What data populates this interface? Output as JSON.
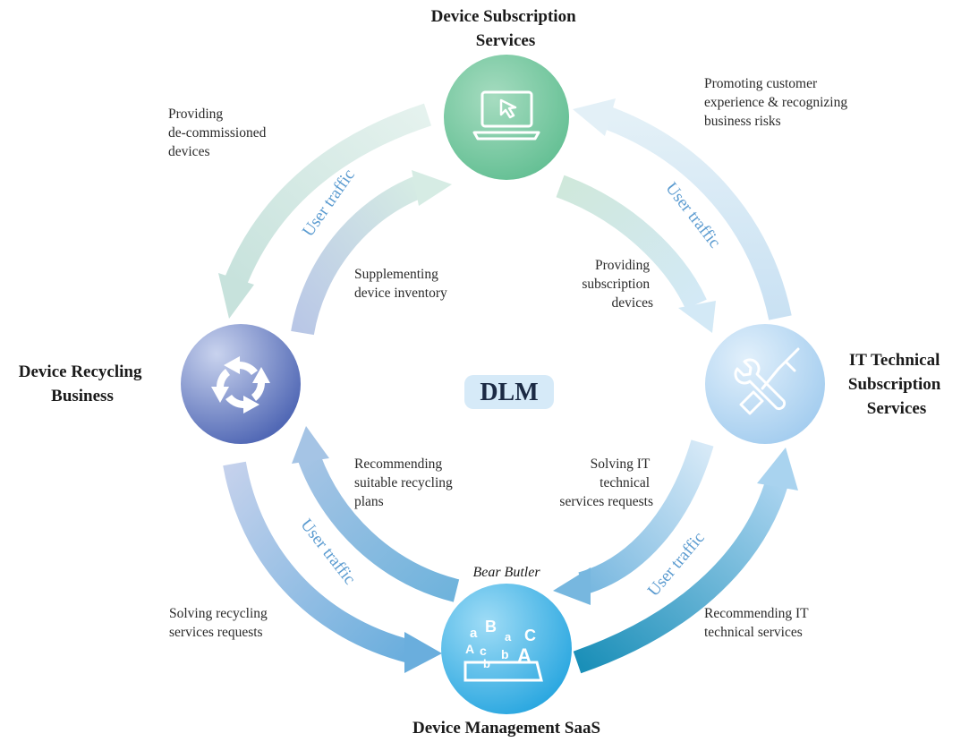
{
  "center": {
    "label": "DLM"
  },
  "nodes": {
    "top": {
      "title_lines": [
        "Device Subscription",
        "Services"
      ],
      "icon": "laptop-cursor-icon"
    },
    "right": {
      "title_lines": [
        "IT Technical",
        "Subscription",
        "Services"
      ],
      "icon": "wrench-screwdriver-icon"
    },
    "bottom": {
      "title_lines": [
        "Device Management SaaS"
      ],
      "subtitle": "Bear Butler",
      "icon": "laptop-letters-icon"
    },
    "left": {
      "title_lines": [
        "Device Recycling",
        "Business"
      ],
      "icon": "recycle-arrows-icon"
    }
  },
  "edge_labels": {
    "top_left_outer": [
      "Providing",
      "de-commissioned",
      "devices"
    ],
    "top_left_inner": [
      "Supplementing",
      "device inventory"
    ],
    "top_right_outer": [
      "Promoting customer",
      "experience & recognizing",
      "business risks"
    ],
    "top_right_inner": [
      "Providing",
      "subscription",
      "devices"
    ],
    "bottom_left_inner": [
      "Recommending",
      "suitable recycling",
      "plans"
    ],
    "bottom_left_outer": [
      "Solving recycling",
      "services requests"
    ],
    "bottom_right_inner": [
      "Solving IT",
      "technical",
      "services requests"
    ],
    "bottom_right_outer": [
      "Recommending IT",
      "technical services"
    ]
  },
  "traffic_labels": {
    "top_left": "User traffic",
    "top_right": "User traffic",
    "bottom_left": "User traffic",
    "bottom_right": "User traffic"
  },
  "colors": {
    "top_node": "#7ccaa6",
    "right_node": "#b8d8f2",
    "bottom_node": "#3bb3e6",
    "left_node": "#6b82c4",
    "traffic_text": "#5b9bd0",
    "center_badge": "#d6eaf8"
  }
}
